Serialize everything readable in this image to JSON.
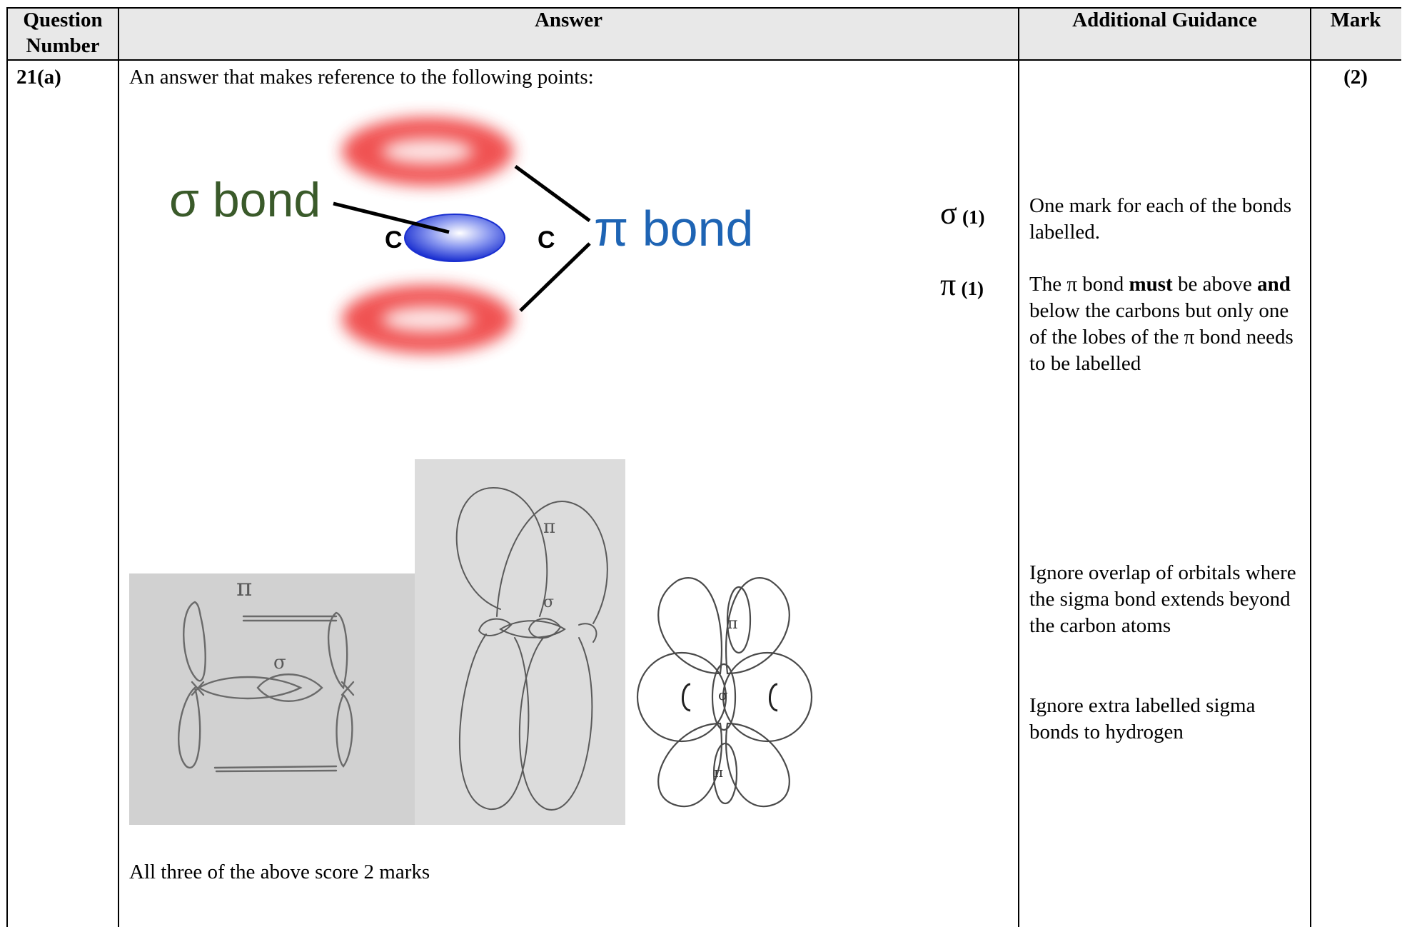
{
  "table": {
    "headers": {
      "question_number": "Question Number",
      "answer": "Answer",
      "additional_guidance": "Additional Guidance",
      "mark": "Mark"
    },
    "row": {
      "question": "21(a)",
      "intro": "An answer that makes reference to the following points:",
      "diagram_labels": {
        "sigma_bond": "σ bond",
        "pi_bond": "π bond",
        "carbon": "C"
      },
      "mark_points": [
        {
          "symbol": "σ",
          "mark": "(1)"
        },
        {
          "symbol": "π",
          "mark": "(1)"
        }
      ],
      "sketch_labels": {
        "pi": "π",
        "sigma": "σ",
        "carbon": "C"
      },
      "conclusion": "All three of the above score 2 marks",
      "total_mark": "(2)",
      "guidance": {
        "g1": "One mark for each of the bonds labelled.",
        "g2_a": "The π bond ",
        "g2_must": "must",
        "g2_b": " be above ",
        "g2_and": "and",
        "g2_c": " below the carbons but only one of the lobes of the π bond needs to be labelled",
        "g3": "Ignore overlap of orbitals where the sigma bond extends beyond the carbon atoms",
        "g4": "Ignore extra labelled sigma bonds to hydrogen"
      }
    }
  },
  "colors": {
    "header_bg": "#e8e8e8",
    "sigma_label": "#3a5a2a",
    "pi_label": "#1e64b4",
    "pi_lobe": "#f04848",
    "sigma_lobe": "#2a3fd8"
  }
}
